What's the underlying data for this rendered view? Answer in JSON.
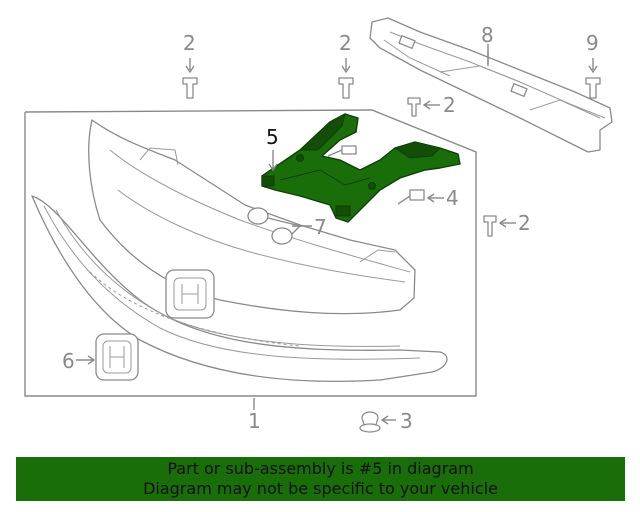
{
  "diagram": {
    "callouts": {
      "c2a": "2",
      "c2b": "2",
      "c2c": "2",
      "c2d": "2",
      "c8": "8",
      "c9": "9",
      "c5": "5",
      "c4": "4",
      "c7": "7",
      "c6": "6",
      "c1": "1",
      "c3": "3"
    },
    "highlighted_part": "5",
    "colors": {
      "highlight": "#1a6e0a",
      "line": "#8a8a8a",
      "banner": "#1a6e0a"
    }
  },
  "banner": {
    "line1": "Part or sub-assembly is #5 in diagram",
    "line2": "Diagram may not be specific to your vehicle"
  }
}
